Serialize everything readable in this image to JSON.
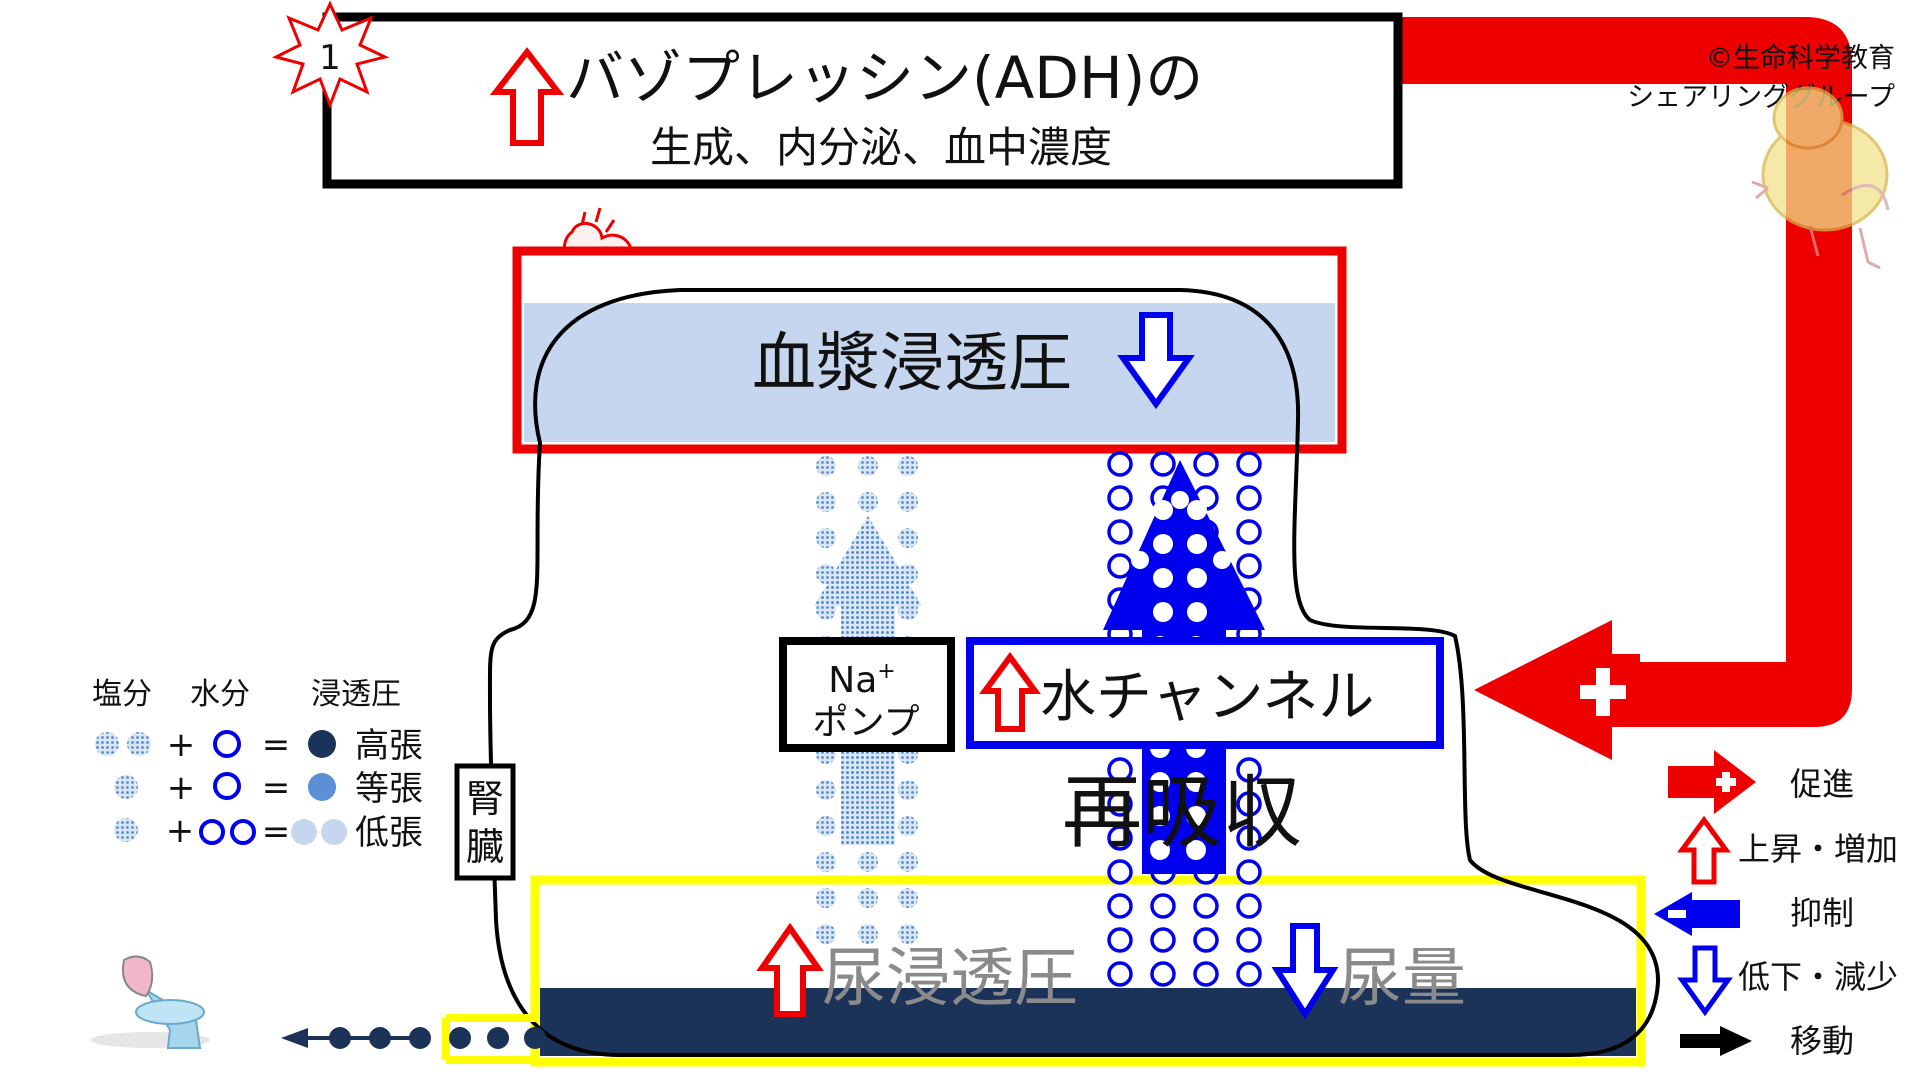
{
  "header": {
    "step_number": "1",
    "line1": "バゾプレッシン(ADH)の",
    "line2": "生成、内分泌、血中濃度"
  },
  "copyright": {
    "line1": "©生命科学教育",
    "line2": "シェアリンググループ"
  },
  "plasma": {
    "label": "血漿浸透圧"
  },
  "kidney": {
    "label_top": "腎",
    "label_bottom": "臓"
  },
  "pump": {
    "na": "Na",
    "na_sup": "+",
    "pump": "ポンプ"
  },
  "water_channel": {
    "label": "水チャンネル"
  },
  "reabsorption": {
    "label": "再吸収"
  },
  "urine": {
    "osmotic": "尿浸透圧",
    "volume": "尿量"
  },
  "left_legend": {
    "salt": "塩分",
    "water": "水分",
    "osmotic": "浸透圧",
    "rows": [
      {
        "label": "高張"
      },
      {
        "label": "等張"
      },
      {
        "label": "低張"
      }
    ]
  },
  "right_legend": {
    "promote": "促進",
    "increase": "上昇・増加",
    "inhibit": "抑制",
    "decrease": "低下・減少",
    "move": "移動"
  },
  "colors": {
    "red": "#ee0000",
    "blue": "#0000ee",
    "navy": "#1b3358",
    "plasma_fill": "#c5d6ee",
    "yellow": "#ffff00",
    "dot_blue": "#6a9ad2"
  }
}
